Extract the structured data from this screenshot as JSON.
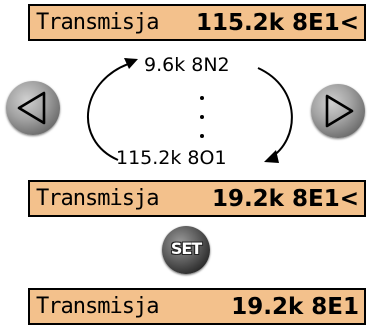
{
  "screens": {
    "top": {
      "label": "Transmisja",
      "value": "115.2k 8E1",
      "cursor": "<"
    },
    "middle": {
      "label": "Transmisja",
      "value": "19.2k 8E1",
      "cursor": "<"
    },
    "bottom": {
      "label": "Transmisja",
      "value": "19.2k 8E1",
      "cursor": ""
    }
  },
  "options": {
    "first": "9.6k 8N2",
    "last": "115.2k 8O1"
  },
  "buttons": {
    "left_icon": "left-arrow-icon",
    "right_icon": "right-arrow-icon",
    "set_label": "SET"
  },
  "colors": {
    "lcd_background": "#f3c18c",
    "button_gray": "#a3a3a3",
    "set_button": "#262626"
  }
}
